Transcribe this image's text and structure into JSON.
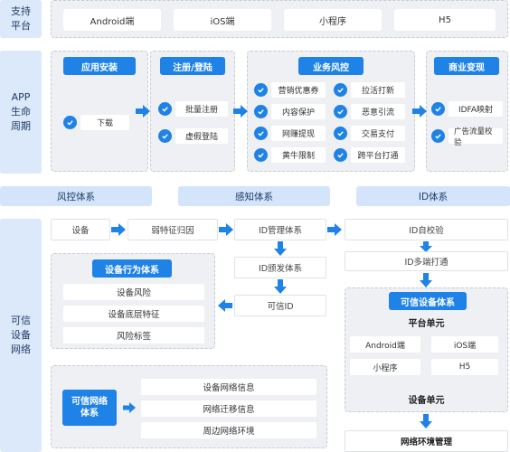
{
  "platforms": {
    "side_label": "支持\n平台",
    "items": [
      "Android端",
      "iOS端",
      "小程序",
      "H5"
    ]
  },
  "lifecycle": {
    "side_label": "APP\n生命\n周期",
    "app_install": {
      "title": "应用安装",
      "items": [
        "下载"
      ]
    },
    "register_login": {
      "title": "注册/登陆",
      "items": [
        "批量注册",
        "虚假登陆"
      ]
    },
    "business_risk": {
      "title": "业务风控",
      "items": [
        "营销优惠券",
        "拉活打新",
        "内容保护",
        "恶意引流",
        "网赚提现",
        "交易支付",
        "黄牛限制",
        "跨平台打通"
      ]
    },
    "business_monetize": {
      "title": "商业变现",
      "items": [
        "IDFA映射",
        "广告流量校验"
      ]
    }
  },
  "systems": [
    "风控体系",
    "感知体系",
    "ID体系"
  ],
  "trusted_network": {
    "side_label": "可信\n设备\n网络",
    "flow": {
      "device": "设备",
      "weak_attr": "弱特征归因",
      "id_mgmt": "ID管理体系",
      "id_self_check": "ID自校验",
      "id_issue": "ID颁发体系",
      "id_multi": "ID多端打通",
      "trusted_id": "可信ID",
      "network_env_mgmt": "网络环境管理"
    },
    "device_behavior": {
      "title": "设备行为体系",
      "items": [
        "设备风险",
        "设备底层特征",
        "风险标签"
      ]
    },
    "trusted_device": {
      "title": "可信设备体系",
      "platform_unit": "平台单元",
      "platforms": [
        "Android端",
        "iOS端",
        "小程序",
        "H5"
      ],
      "device_unit": "设备单元"
    },
    "trusted_net": {
      "title": "可信网络\n体系",
      "items": [
        "设备网络信息",
        "网络迁移信息",
        "周边网络环境"
      ]
    }
  },
  "colors": {
    "accent": "#1e82e6",
    "side": "#dce9fb",
    "panel": "#eef0f3"
  }
}
